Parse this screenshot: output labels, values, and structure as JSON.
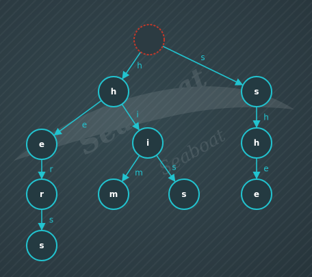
{
  "colors": {
    "background": "#2f3f47",
    "node_stroke": "#22c3cf",
    "edge": "#22c3cf",
    "root_stroke": "#c0392b",
    "node_text": "#ffffff",
    "edge_label": "#22c3cf"
  },
  "tree": {
    "nodes": [
      {
        "id": "root",
        "label": ""
      },
      {
        "id": "h",
        "label": "h"
      },
      {
        "id": "s",
        "label": "s"
      },
      {
        "id": "he",
        "label": "e"
      },
      {
        "id": "hi",
        "label": "i"
      },
      {
        "id": "sh",
        "label": "h"
      },
      {
        "id": "her",
        "label": "r"
      },
      {
        "id": "him",
        "label": "m"
      },
      {
        "id": "his",
        "label": "s"
      },
      {
        "id": "she",
        "label": "e"
      },
      {
        "id": "hers",
        "label": "s"
      }
    ],
    "edges": [
      {
        "from": "root",
        "to": "h",
        "label": "h"
      },
      {
        "from": "root",
        "to": "s",
        "label": "s"
      },
      {
        "from": "h",
        "to": "he",
        "label": "e"
      },
      {
        "from": "h",
        "to": "hi",
        "label": "i"
      },
      {
        "from": "s",
        "to": "sh",
        "label": "h"
      },
      {
        "from": "he",
        "to": "her",
        "label": "r"
      },
      {
        "from": "hi",
        "to": "him",
        "label": "m"
      },
      {
        "from": "hi",
        "to": "his",
        "label": "s"
      },
      {
        "from": "sh",
        "to": "she",
        "label": "e"
      },
      {
        "from": "her",
        "to": "hers",
        "label": "s"
      }
    ]
  },
  "watermark": {
    "line1": "Sea Boat",
    "line2": "Seaboat"
  }
}
